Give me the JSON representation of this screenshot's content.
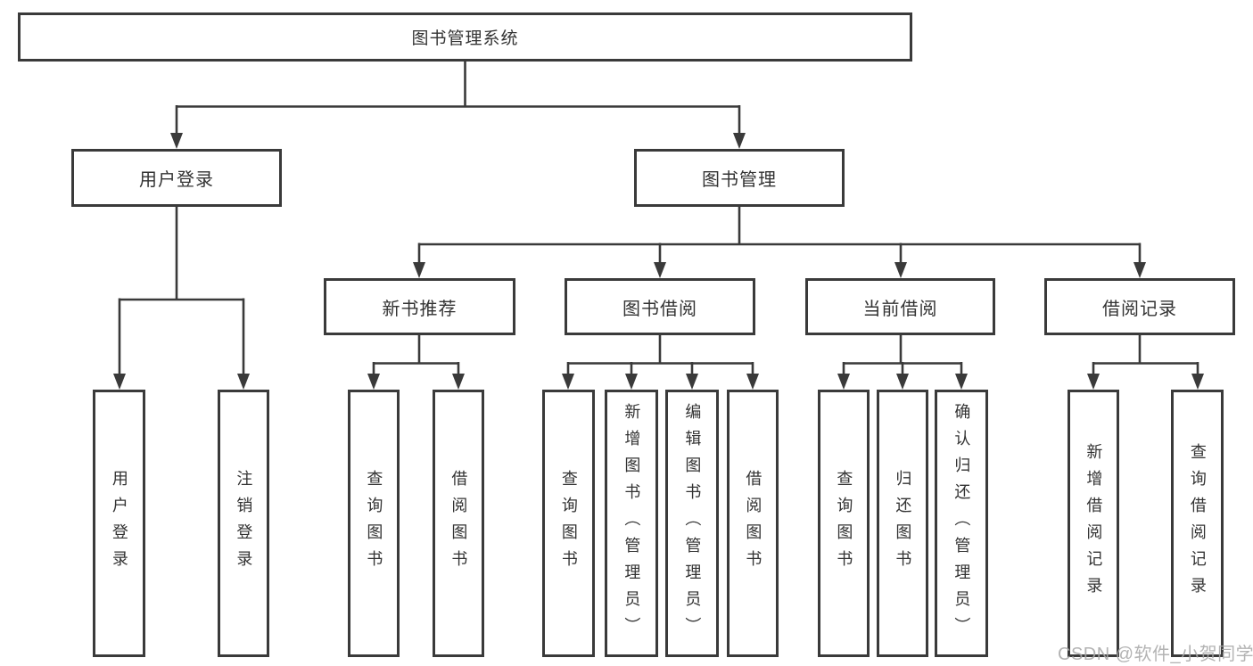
{
  "tree": {
    "root": {
      "label": "图书管理系统"
    },
    "branches": [
      {
        "label": "用户登录",
        "children": [
          {
            "label": "用户登录"
          },
          {
            "label": "注销登录"
          }
        ]
      },
      {
        "label": "图书管理",
        "children": [
          {
            "label": "新书推荐",
            "children": [
              {
                "label": "查询图书"
              },
              {
                "label": "借阅图书"
              }
            ]
          },
          {
            "label": "图书借阅",
            "children": [
              {
                "label": "查询图书"
              },
              {
                "label": "新增图书（管理员）"
              },
              {
                "label": "编辑图书（管理员）"
              },
              {
                "label": "借阅图书"
              }
            ]
          },
          {
            "label": "当前借阅",
            "children": [
              {
                "label": "查询图书"
              },
              {
                "label": "归还图书"
              },
              {
                "label": "确认归还（管理员）"
              }
            ]
          },
          {
            "label": "借阅记录",
            "children": [
              {
                "label": "新增借阅记录"
              },
              {
                "label": "查询借阅记录"
              }
            ]
          }
        ]
      }
    ]
  },
  "watermark": {
    "text": "CSDN @软件_小贺同学"
  },
  "style": {
    "line_color": "#3a3a3a",
    "box_fill": "#ffffff",
    "text_color": "#333333",
    "watermark_color": "#a8a8a8"
  }
}
